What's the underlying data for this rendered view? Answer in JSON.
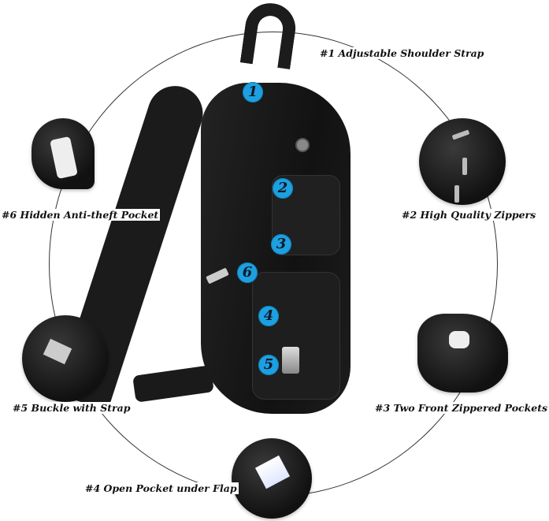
{
  "features": [
    {
      "number": "1",
      "label": "#1 Adjustable Shoulder Strap"
    },
    {
      "number": "2",
      "label": "#2 High Quality Zippers"
    },
    {
      "number": "3",
      "label": "#3 Two Front Zippered Pockets"
    },
    {
      "number": "4",
      "label": "#4 Open Pocket under Flap"
    },
    {
      "number": "5",
      "label": "#5 Buckle with Strap"
    },
    {
      "number": "6",
      "label": "#6 Hidden Anti-theft Pocket"
    }
  ],
  "colors": {
    "badge": "#1ea0e0",
    "bag": "#161616",
    "text": "#111111"
  }
}
